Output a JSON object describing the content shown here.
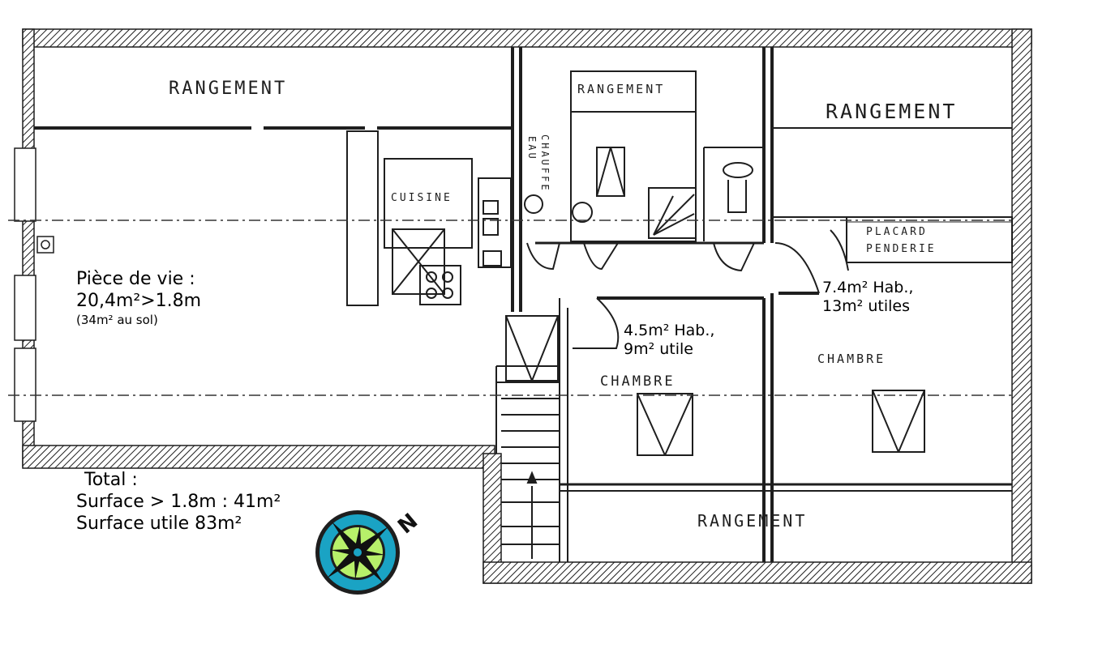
{
  "rooms": {
    "rangement_top_left": "RANGEMENT",
    "rangement_top_middle": "RANGEMENT",
    "rangement_top_right": "RANGEMENT",
    "rangement_bottom": "RANGEMENT",
    "cuisine": "CUISINE",
    "chauffe_eau_1": "CHAUFFE",
    "chauffe_eau_2": "EAU",
    "placard_1": "PLACARD",
    "placard_2": "PENDERIE",
    "chambre_middle": "CHAMBRE",
    "chambre_right": "CHAMBRE"
  },
  "annotations": {
    "piece_de_vie": {
      "line1": "Pièce de vie :",
      "line2": "20,4m²>1.8m",
      "line3": "(34m² au sol)"
    },
    "chambre_1": {
      "line1": "4.5m² Hab.,",
      "line2": "9m² utile"
    },
    "chambre_2": {
      "line1": "7.4m² Hab.,",
      "line2": "13m² utiles"
    },
    "total": {
      "line1": "Total :",
      "line2": "Surface > 1.8m : 41m²",
      "line3": "Surface utile 83m²"
    }
  },
  "compass": {
    "north_label": "N"
  },
  "colors": {
    "ink": "#1e1e1e",
    "compass_ring": "#1aa3c4",
    "compass_center": "#b7f06a",
    "compass_needle": "#111111"
  }
}
